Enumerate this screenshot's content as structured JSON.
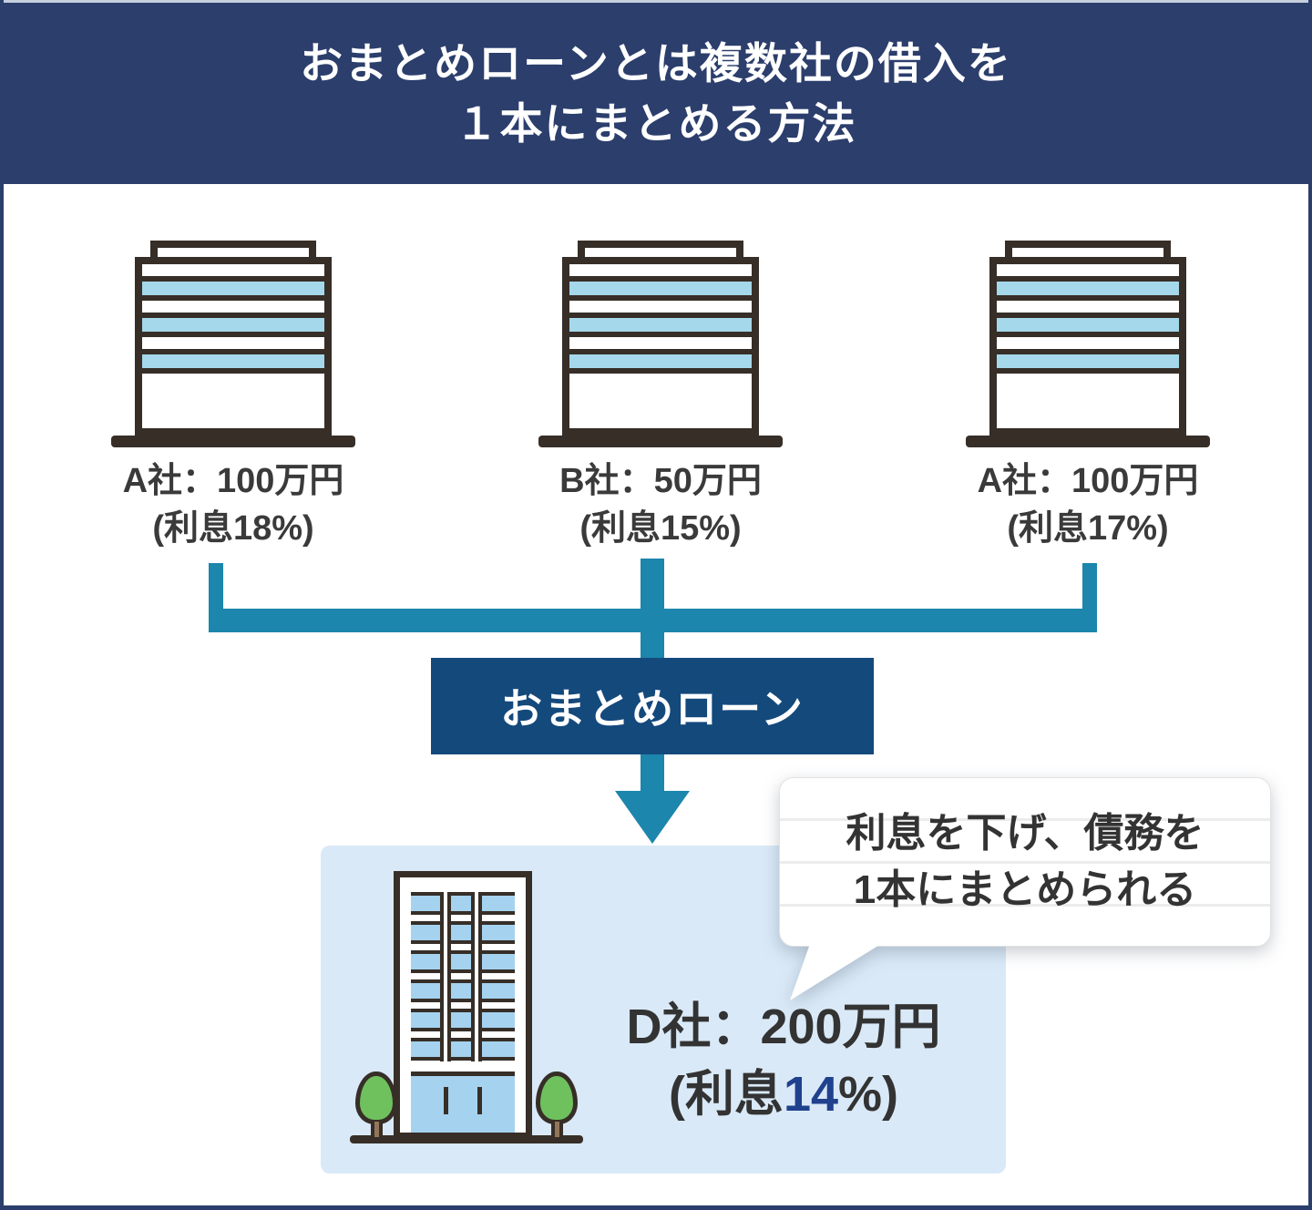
{
  "header": {
    "title_line1": "おまとめローンとは複数社の借入を",
    "title_line2": "１本にまとめる方法"
  },
  "lenders": [
    {
      "company_amount": "A社：100万円",
      "interest": "(利息18%)"
    },
    {
      "company_amount": "B社：50万円",
      "interest": "(利息15%)"
    },
    {
      "company_amount": "A社：100万円",
      "interest": "(利息17%)"
    }
  ],
  "consolidation": {
    "label": "おまとめローン"
  },
  "callout": {
    "line1": "利息を下げ、債務を",
    "line2": "1本にまとめられる"
  },
  "result": {
    "company_amount": "D社：200万円",
    "interest_prefix": "(利息",
    "interest_value": "14",
    "interest_suffix": "%)"
  },
  "icons": {
    "office_building": "css-shape striped office block",
    "skyscraper": "css-shape tall tower with window grid",
    "tree": "css-shape round tree",
    "down_arrow": "css-triangle teal arrow"
  },
  "colors": {
    "header_navy": "#2b3e6c",
    "box_navy": "#14497c",
    "connector_teal": "#1c86ac",
    "stripe_blue": "#a5d8eb",
    "panel_blue": "#d9e9f7",
    "outline_dark": "#362e27",
    "interest_blue": "#20418e"
  }
}
